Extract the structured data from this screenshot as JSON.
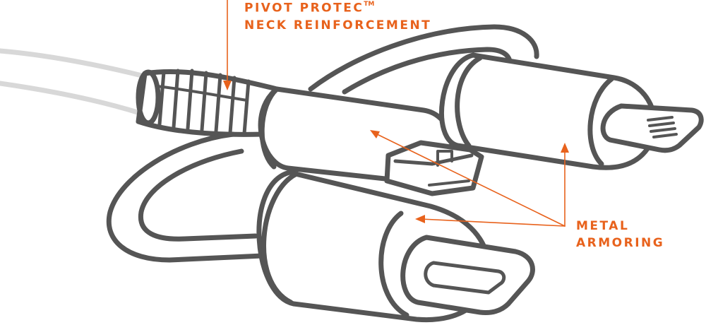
{
  "labels": {
    "pivot": {
      "line1": "PIVOT PROTEC",
      "trademark": "TM",
      "line2": "NECK REINFORCEMENT"
    },
    "metal": {
      "line1": "METAL",
      "line2": "ARMORING"
    }
  },
  "colors": {
    "accent": "#e8621c",
    "stroke": "#555555",
    "cable": "#d6d6d6"
  },
  "icons": {
    "lightning": "lightning-connector-icon",
    "micro_usb": "micro-usb-connector-icon",
    "usb_c": "usb-c-connector-icon"
  }
}
